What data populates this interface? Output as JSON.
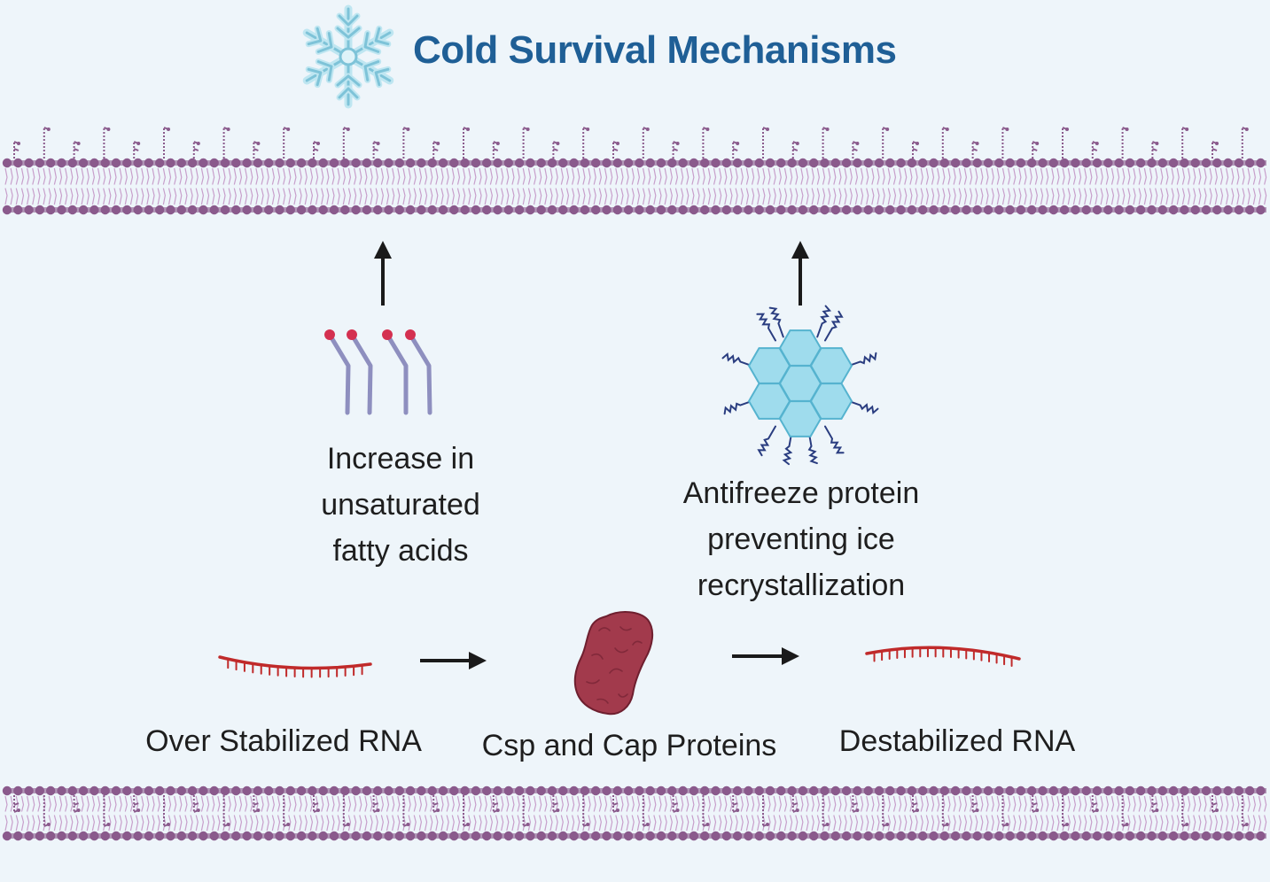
{
  "title": "Cold Survival Mechanisms",
  "colors": {
    "background": "#eef5fa",
    "title": "#1f5f96",
    "membrane_head": "#8a5a8c",
    "membrane_tail": "#c79fcb",
    "fatty_acid_chain": "#8e8fbf",
    "fatty_acid_head": "#d43050",
    "ice_crystal": "#9fdced",
    "rna": "#c02a2a",
    "protein": "#a23a4c",
    "arrow": "#1a1a1a"
  },
  "icons": {
    "snowflake": "snowflake-icon",
    "fatty_acids": "unsaturated-fatty-acid-icon",
    "antifreeze": "antifreeze-protein-ice-crystal-icon",
    "rna": "rna-strand-icon",
    "protein": "csp-cap-protein-icon"
  },
  "mechanisms": {
    "fatty_acids": [
      "Increase in",
      "unsaturated",
      "fatty acids"
    ],
    "antifreeze": [
      "Antifreeze protein",
      "preventing ice",
      "recrystallization"
    ]
  },
  "rna_pathway": {
    "start": "Over Stabilized RNA",
    "middle": "Csp and Cap Proteins",
    "end": "Destabilized RNA"
  }
}
